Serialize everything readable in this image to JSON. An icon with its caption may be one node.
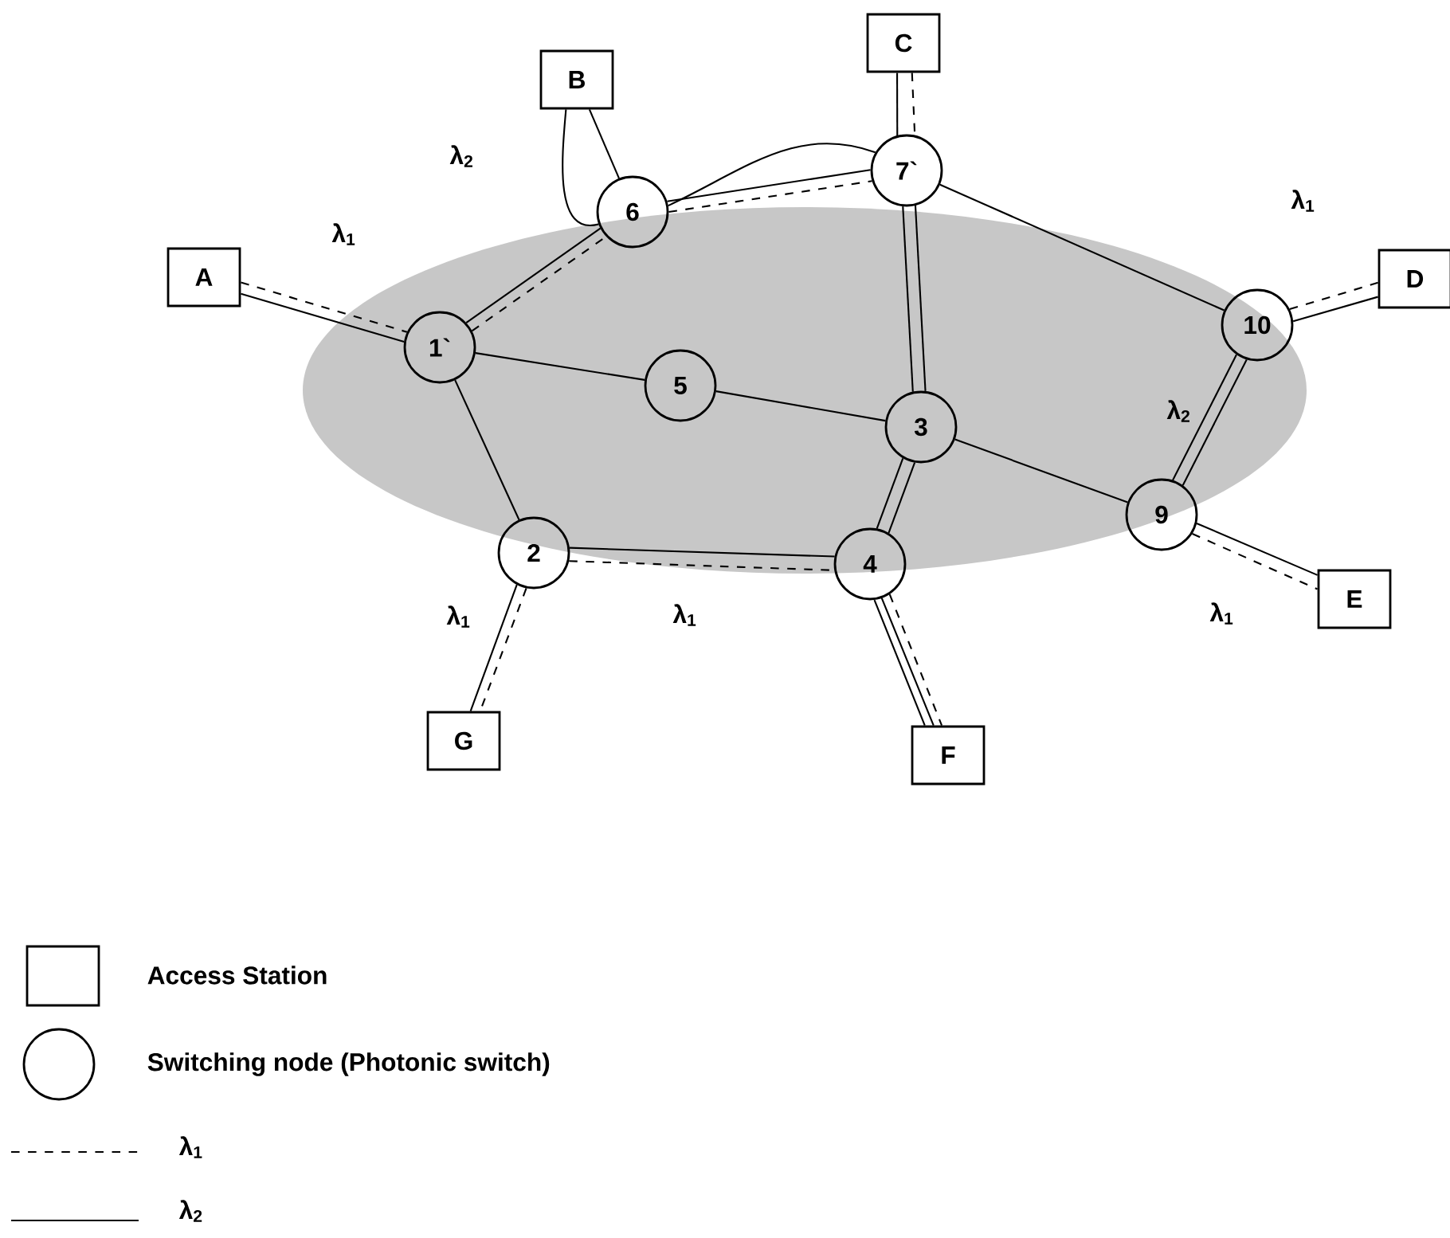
{
  "diagram": {
    "nodes": [
      {
        "text": [
          "A"
        ]
      },
      {
        "text": [
          "B"
        ]
      },
      {
        "text": [
          "C"
        ]
      },
      {
        "text": [
          "D"
        ]
      },
      {
        "text": [
          "E"
        ]
      },
      {
        "text": [
          "F"
        ]
      },
      {
        "text": [
          "G"
        ]
      },
      {
        "text": [
          "1`"
        ]
      },
      {
        "text": [
          "2"
        ]
      },
      {
        "text": [
          "3"
        ]
      },
      {
        "text": [
          "4"
        ]
      },
      {
        "text": [
          "5"
        ]
      },
      {
        "text": [
          "6"
        ]
      },
      {
        "text": [
          "7`"
        ]
      },
      {
        "text": [
          "9"
        ]
      },
      {
        "text": [
          "10"
        ]
      }
    ],
    "edges": [
      {
        "from": 0,
        "to": 7,
        "arrow": "none"
      },
      {
        "from": 0,
        "to": 7,
        "arrow": "none",
        "style": "dashed",
        "label": "λ$_{1}$"
      },
      {
        "from": 7,
        "to": 12,
        "arrow": "none"
      },
      {
        "from": 7,
        "to": 12,
        "arrow": "none",
        "style": "dashed"
      },
      {
        "from": 1,
        "to": 12,
        "arrow": "none"
      },
      {
        "from": 1,
        "to": 12,
        "arrow": "none",
        "label": "λ$_{2}$"
      },
      {
        "from": 12,
        "to": 13,
        "arrow": "none"
      },
      {
        "from": 12,
        "to": 13,
        "arrow": "none",
        "style": "dashed"
      },
      {
        "from": 12,
        "to": 13,
        "arrow": "none"
      },
      {
        "from": 2,
        "to": 13,
        "arrow": "none"
      },
      {
        "from": 2,
        "to": 13,
        "arrow": "none",
        "style": "dashed"
      },
      {
        "from": 13,
        "to": 15,
        "arrow": "none"
      },
      {
        "from": 15,
        "to": 3,
        "arrow": "none"
      },
      {
        "from": 15,
        "to": 3,
        "arrow": "none",
        "style": "dashed",
        "label": "λ$_{1}$"
      },
      {
        "from": 13,
        "to": 9,
        "arrow": "none"
      },
      {
        "from": 13,
        "to": 9,
        "arrow": "none"
      },
      {
        "from": 7,
        "to": 11,
        "arrow": "none"
      },
      {
        "from": 11,
        "to": 9,
        "arrow": "none"
      },
      {
        "from": 7,
        "to": 8,
        "arrow": "none"
      },
      {
        "from": 9,
        "to": 14,
        "arrow": "none"
      },
      {
        "from": 9,
        "to": 10,
        "arrow": "none"
      },
      {
        "from": 9,
        "to": 10,
        "arrow": "none"
      },
      {
        "from": 15,
        "to": 14,
        "arrow": "none",
        "label": "λ$_{2}$"
      },
      {
        "from": 15,
        "to": 14,
        "arrow": "none"
      },
      {
        "from": 14,
        "to": 4,
        "arrow": "none"
      },
      {
        "from": 14,
        "to": 4,
        "arrow": "none",
        "style": "dashed",
        "label": "λ$_{1}$"
      },
      {
        "from": 8,
        "to": 10,
        "arrow": "none"
      },
      {
        "from": 8,
        "to": 10,
        "arrow": "none",
        "style": "dashed",
        "label": "λ$_{1}$"
      },
      {
        "from": 8,
        "to": 6,
        "arrow": "none"
      },
      {
        "from": 8,
        "to": 6,
        "arrow": "none",
        "style": "dashed",
        "label": "λ$_{1}$"
      },
      {
        "from": 10,
        "to": 5,
        "arrow": "none"
      },
      {
        "from": 10,
        "to": 5,
        "arrow": "none"
      },
      {
        "from": 10,
        "to": 5,
        "arrow": "none",
        "style": "dashed"
      }
    ],
    "legend": [
      {
        "text": "Access Station"
      },
      {
        "text": "Switching node (Photonic switch)"
      },
      {
        "text": "λ$_{1}$"
      },
      {
        "text": "λ$_{2}$"
      }
    ]
  }
}
